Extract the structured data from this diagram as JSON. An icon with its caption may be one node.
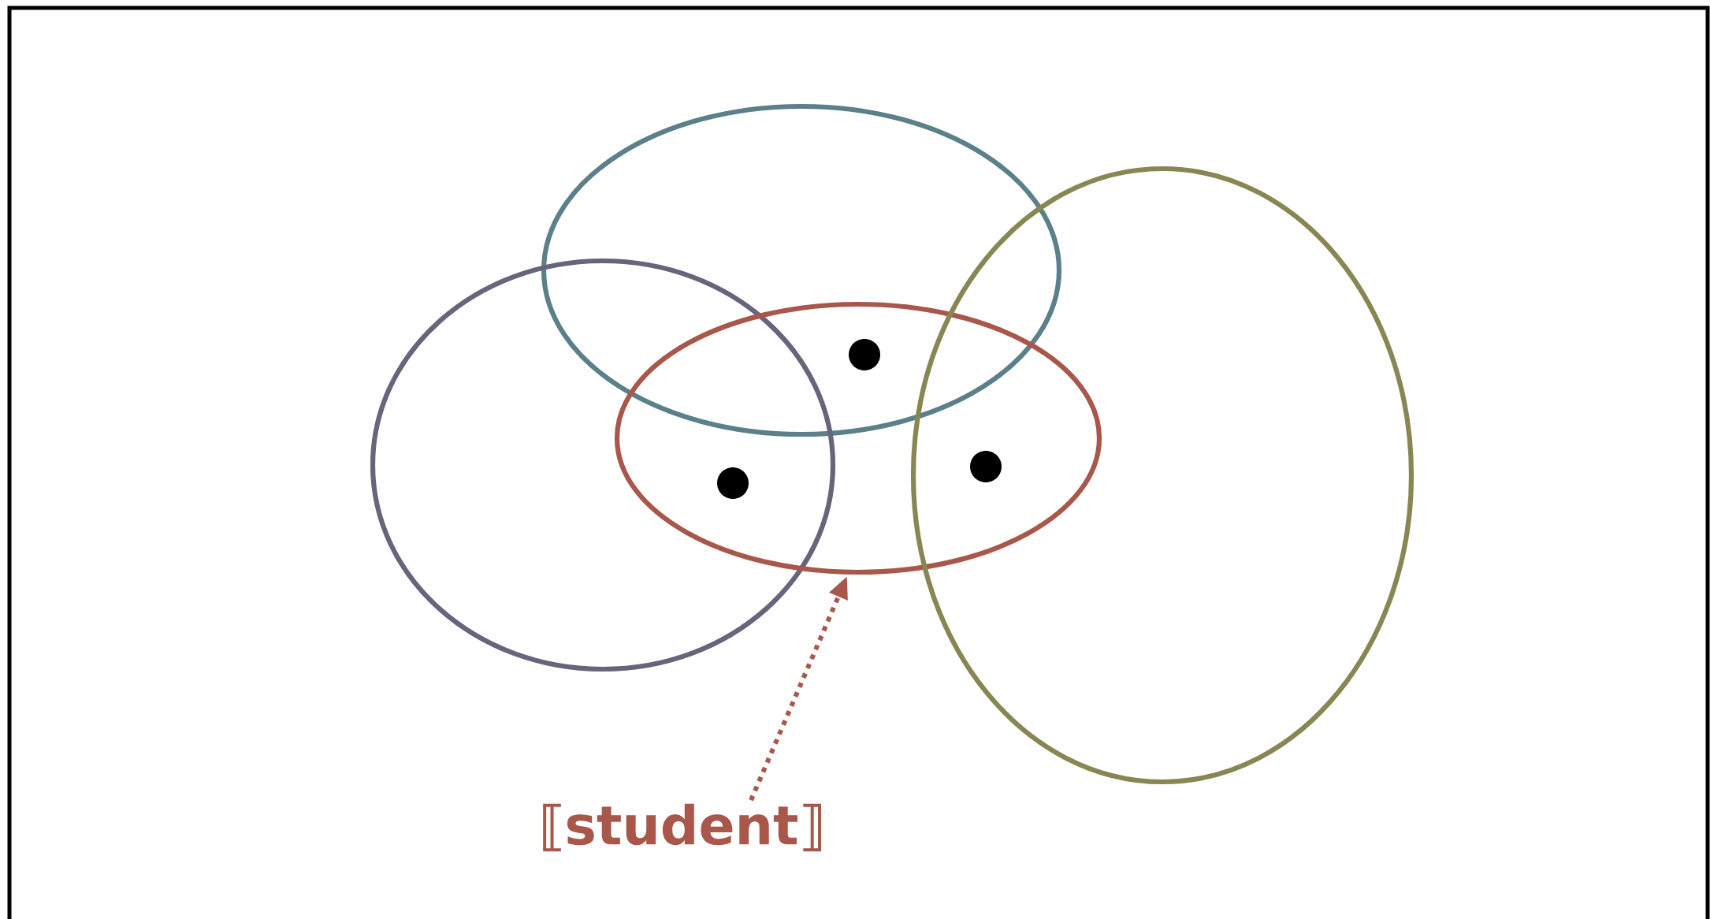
{
  "diagram": {
    "nodes": [
      {
        "text": [],
        "shape": "ellipse"
      },
      {
        "text": [],
        "shape": "ellipse"
      },
      {
        "text": [],
        "shape": "ellipse"
      },
      {
        "text": [],
        "shape": "ellipse"
      },
      {
        "text": [],
        "shape": "dot"
      },
      {
        "text": [],
        "shape": "dot"
      },
      {
        "text": [],
        "shape": "dot"
      },
      {
        "text": [
          "⟦student⟧"
        ]
      }
    ],
    "edges": [
      {
        "from": 7,
        "to": 2,
        "arrow": "to",
        "style": "dashed",
        "color": "#a8574a"
      }
    ]
  }
}
